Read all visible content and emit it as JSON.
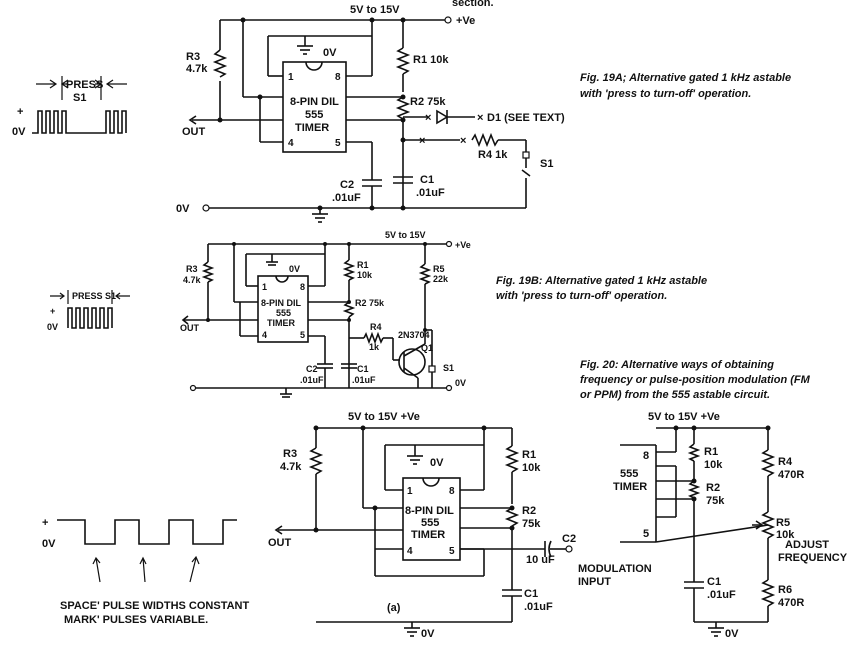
{
  "header": {
    "section_fragment": "section."
  },
  "fig19a": {
    "supply": "5V to 15V",
    "ve": "+Ve",
    "zero_v_top": "0V",
    "ground": "0V",
    "r1": "R1 10k",
    "r2": "R2 75k",
    "r3": "R3",
    "r3_value": "4.7k",
    "r4": "R4 1k",
    "d1": "D1 (SEE TEXT)",
    "c1": "C1",
    "c1_value": ".01uF",
    "c2": "C2",
    "c2_value": ".01uF",
    "s1": "S1",
    "chip_line1": "8-PIN DIL",
    "chip_line2": "555",
    "chip_line3": "TIMER",
    "out": "OUT",
    "wave_press": "PRESS",
    "wave_s1": "S1",
    "wave_plus": "+",
    "wave_0v": "0V",
    "caption_line1": "Fig. 19A; Alternative gated 1 kHz astable",
    "caption_line2": "with 'press to turn-off' operation."
  },
  "fig19b": {
    "supply": "5V to 15V",
    "ve": "+Ve",
    "zero_v_top": "0V",
    "zero_v_right": "0V",
    "r1": "R1",
    "r1_value": "10k",
    "r2": "R2 75k",
    "r3": "R3",
    "r3_value": "4.7k",
    "r4": "R4",
    "r4_value": "1k",
    "r5": "R5",
    "r5_value": "22k",
    "c1": "C1",
    "c1_value": ".01uF",
    "c2": "C2",
    "c2_value": ".01uF",
    "s1": "S1",
    "q1_type": "2N3704",
    "q1": "Q1",
    "chip_line1": "8-PIN DIL",
    "chip_line2": "555",
    "chip_line3": "TIMER",
    "out": "OUT",
    "wave_press": "PRESS S1",
    "wave_plus": "+",
    "wave_0v": "0V",
    "caption_line1": "Fig. 19B: Alternative gated 1 kHz astable",
    "caption_line2": "with 'press to turn-off' operation."
  },
  "fig20": {
    "caption_line1": "Fig. 20: Alternative ways of obtaining",
    "caption_line2": "frequency or pulse-position modulation (FM",
    "caption_line3": "or PPM) from the 555 astable circuit.",
    "supply_a": "5V to 15V +Ve",
    "supply_b": "5V to 15V +Ve",
    "zero_v_a_top": "0V",
    "zero_v_a_bottom": "0V",
    "zero_v_b_bottom": "0V",
    "r1": "R1",
    "r1_value": "10k",
    "r2": "R2",
    "r2_value": "75k",
    "r3": "R3",
    "r3_value": "4.7k",
    "c1": "C1",
    "c1_value": ".01uF",
    "c2": "C2",
    "c2_value": "10 uF",
    "chip_line1": "8-PIN DIL",
    "chip_line2": "555",
    "chip_line3": "TIMER",
    "out": "OUT",
    "mod_line1": "MODULATION",
    "mod_line2": "INPUT",
    "sub_a": "(a)",
    "wave_plus": "+",
    "wave_0v": "0V",
    "note_line1": "SPACE' PULSE WIDTHS CONSTANT",
    "note_line2": "MARK' PULSES VARIABLE.",
    "b_timer1": "555",
    "b_timer2": "TIMER",
    "b_r1": "R1",
    "b_r1_value": "10k",
    "b_r2": "R2",
    "b_r2_value": "75k",
    "b_c1": "C1",
    "b_c1_value": ".01uF",
    "b_r4": "R4",
    "b_r4_value": "470R",
    "b_r5": "R5",
    "b_r5_value": "10k",
    "b_adjust1": "ADJUST",
    "b_adjust2": "FREQUENCY",
    "b_r6": "R6",
    "b_r6_value": "470R"
  }
}
